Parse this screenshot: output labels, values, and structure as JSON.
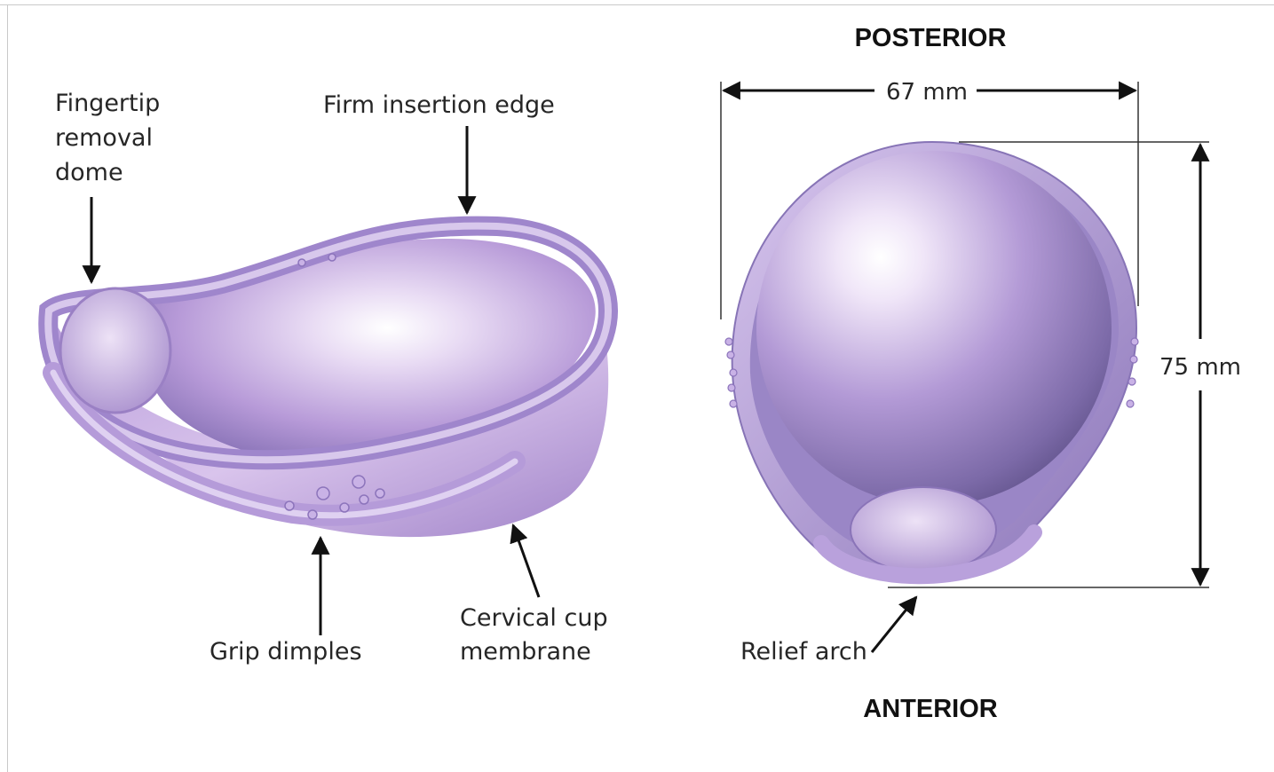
{
  "left_view": {
    "labels": {
      "fingertip_dome": [
        "Fingertip",
        "removal",
        "dome"
      ],
      "insertion_edge": "Firm insertion edge",
      "grip_dimples": "Grip dimples",
      "cervical_cup": [
        "Cervical cup",
        "membrane"
      ]
    }
  },
  "right_view": {
    "posterior": "POSTERIOR",
    "anterior": "ANTERIOR",
    "width_dimension": "67 mm",
    "height_dimension": "75 mm",
    "relief_arch": "Relief arch"
  },
  "colors": {
    "device_light": "#f1e8f8",
    "device_mid": "#c3a6df",
    "device_dark": "#6b5b9a",
    "arrow": "#111111"
  }
}
